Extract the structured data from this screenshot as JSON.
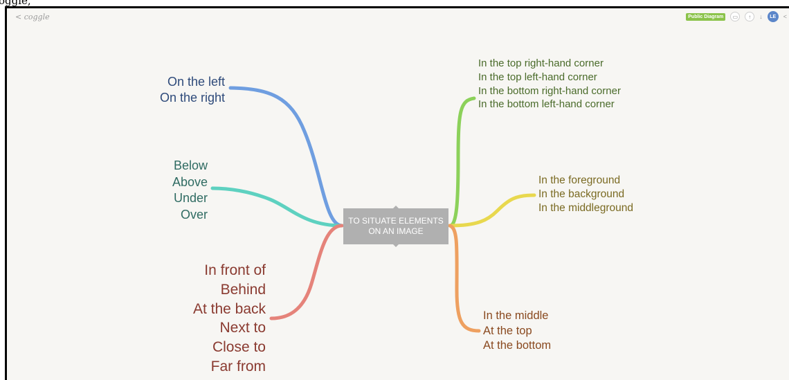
{
  "app": {
    "header_cut_text": "oggle,",
    "logo_text": "< coggle"
  },
  "toolbar": {
    "public_badge": "Public Diagram",
    "avatar_initials": "LE",
    "more_label": "”"
  },
  "central_node": {
    "text": "TO SITUATE ELEMENTS ON AN IMAGE",
    "color": "#b0b0b0"
  },
  "branches": [
    {
      "id": "left-right",
      "color": "#6f9ee0",
      "text_color": "#2e4a7a",
      "lines": [
        "On the left",
        "On the right"
      ]
    },
    {
      "id": "below-above",
      "color": "#5ed1c0",
      "text_color": "#2f6b62",
      "lines": [
        "Below",
        "Above",
        "Under",
        "Over"
      ]
    },
    {
      "id": "front-behind",
      "color": "#e5837a",
      "text_color": "#8a3a30",
      "lines": [
        "In front of",
        "Behind",
        "At the back",
        "Next to",
        "Close to",
        "Far from"
      ]
    },
    {
      "id": "corners",
      "color": "#8cd15a",
      "text_color": "#4a6b2a",
      "lines": [
        "In the top right-hand corner",
        "In the top left-hand corner",
        "In the bottom right-hand corner",
        "In the bottom left-hand corner"
      ]
    },
    {
      "id": "grounds",
      "color": "#e8d84e",
      "text_color": "#7a6a22",
      "lines": [
        "In the foreground",
        "In the background",
        "In the middleground"
      ]
    },
    {
      "id": "middle",
      "color": "#eea060",
      "text_color": "#8a4a20",
      "lines": [
        "In the middle",
        "At the top",
        "At the bottom"
      ]
    }
  ]
}
